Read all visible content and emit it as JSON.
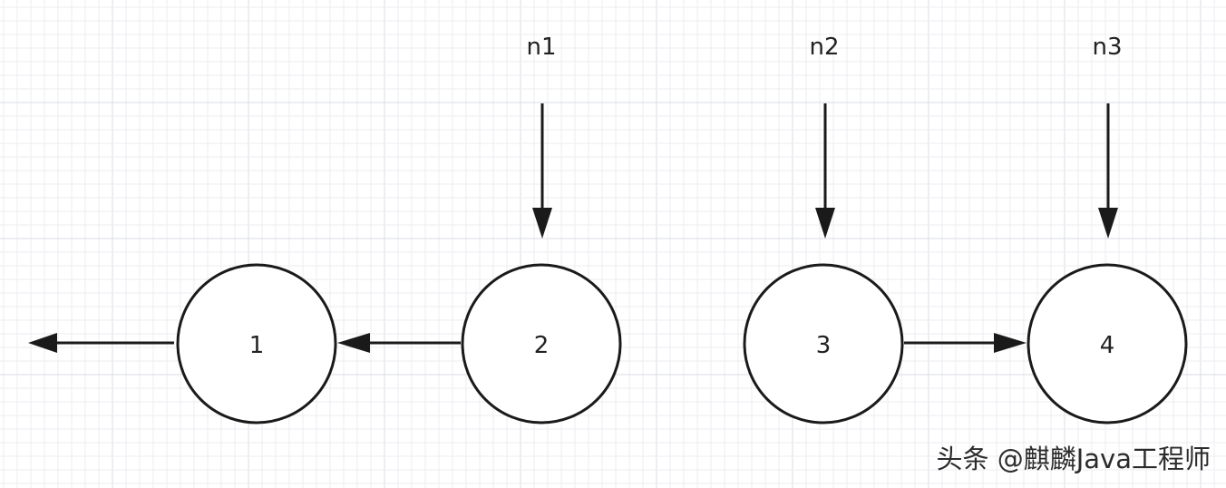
{
  "diagram": {
    "nodes": [
      {
        "id": "1",
        "label": "1"
      },
      {
        "id": "2",
        "label": "2"
      },
      {
        "id": "3",
        "label": "3"
      },
      {
        "id": "4",
        "label": "4"
      }
    ],
    "edges": [
      {
        "from": "1",
        "to": "null"
      },
      {
        "from": "2",
        "to": "1"
      },
      {
        "from": "3",
        "to": "4"
      }
    ],
    "pointers": [
      {
        "label": "n1",
        "target": "2"
      },
      {
        "label": "n2",
        "target": "3"
      },
      {
        "label": "n3",
        "target": "4"
      }
    ]
  },
  "watermark": {
    "text": "头条 @麒麟Java工程师"
  },
  "colors": {
    "stroke": "#1a1a1a",
    "grid_minor": "#eceef2",
    "grid_major": "#d9dce3",
    "background": "#ffffff"
  }
}
